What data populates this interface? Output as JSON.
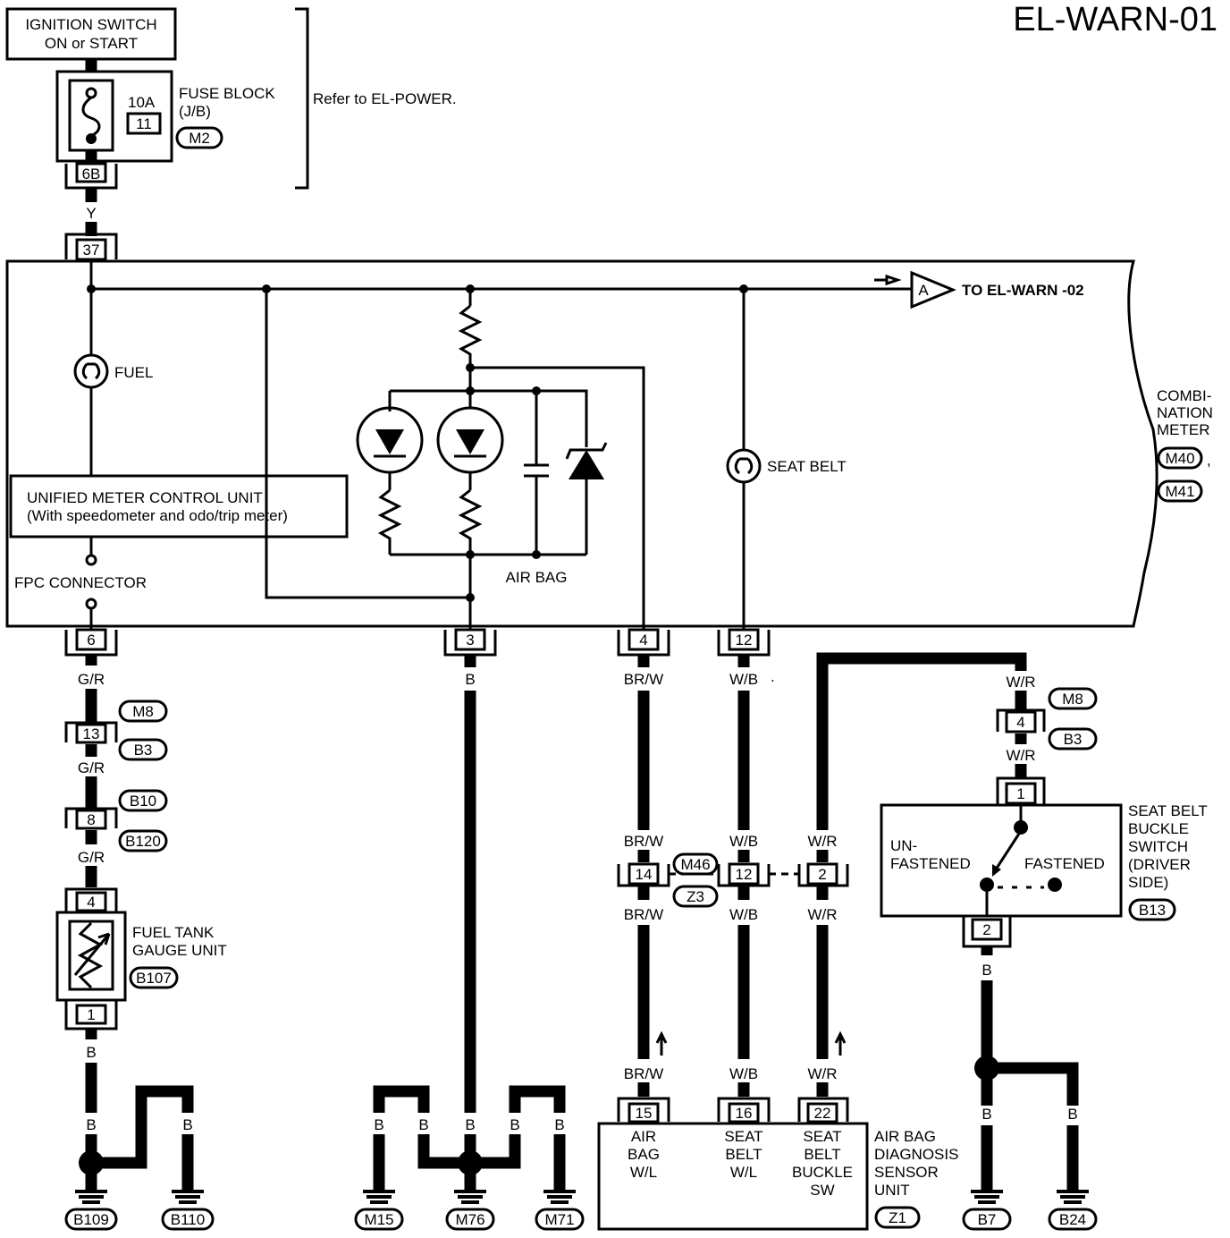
{
  "title": "EL-WARN-01",
  "refer_text": "Refer to EL-POWER.",
  "ignition_switch": [
    "IGNITION SWITCH",
    "ON or START"
  ],
  "fuse_block": {
    "label": [
      "FUSE BLOCK",
      "(J/B)"
    ],
    "rating": "10A",
    "fuse_number": "11",
    "connector_ref": "M2",
    "terminal": "6B"
  },
  "wire_y": "Y",
  "terminal_37": "37",
  "to_warn_02": {
    "arrow_letter": "A",
    "text": "TO  EL-WARN -02"
  },
  "combination_meter": {
    "label": [
      "COMBI-",
      "NATION",
      "METER"
    ],
    "refs": [
      "M40",
      "M41"
    ],
    "separator": ","
  },
  "fuel_lamp": "FUEL",
  "seat_belt_lamp": "SEAT BELT",
  "unified_meter": [
    "UNIFIED METER CONTROL UNIT",
    "(With speedometer and odo/trip meter)"
  ],
  "fpc_connector": "FPC CONNECTOR",
  "air_bag_label": "AIR BAG",
  "meter_terminals": [
    "6",
    "3",
    "4",
    "12"
  ],
  "wire_colors": {
    "gr": "G/R",
    "b": "B",
    "brw": "BR/W",
    "wb": "W/B",
    "wr": "W/R",
    "mark": "."
  },
  "left_chain": {
    "conn13": "13",
    "conn13_refs": [
      "M8",
      "B3"
    ],
    "conn8": "8",
    "conn8_refs": [
      "B10",
      "B120"
    ],
    "gauge_top": "4",
    "gauge_bottom": "1",
    "gauge_label": [
      "FUEL TANK",
      "GAUGE UNIT"
    ],
    "gauge_ref": "B107"
  },
  "mid_connectors": {
    "c14": "14",
    "c12": "12",
    "c2": "2",
    "refs": [
      "M46",
      "Z3"
    ]
  },
  "airbag_unit": {
    "terminals": [
      "15",
      "16",
      "22"
    ],
    "col1": [
      "AIR",
      "BAG",
      "W/L"
    ],
    "col2": [
      "SEAT",
      "BELT",
      "W/L"
    ],
    "col3": [
      "SEAT",
      "BELT",
      "BUCKLE",
      "SW"
    ],
    "label": [
      "AIR BAG",
      "DIAGNOSIS",
      "SENSOR",
      "UNIT"
    ],
    "ref": "Z1"
  },
  "buckle_switch": {
    "conn4": "4",
    "conn4_refs": [
      "M8",
      "B3"
    ],
    "terminal_top": "1",
    "terminal_bottom": "2",
    "label": [
      "SEAT BELT",
      "BUCKLE",
      "SWITCH",
      "(DRIVER",
      " SIDE)"
    ],
    "unfastened": [
      "UN-",
      "FASTENED"
    ],
    "fastened": "FASTENED",
    "ref": "B13"
  },
  "grounds": [
    "B109",
    "B110",
    "M15",
    "M76",
    "M71",
    "B7",
    "B24"
  ]
}
